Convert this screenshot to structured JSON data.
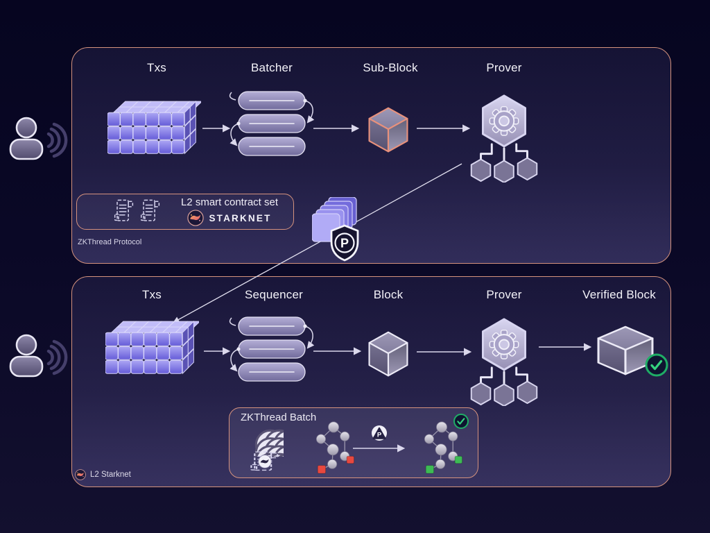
{
  "top_panel": {
    "title": "ZKThread Protocol",
    "columns": [
      {
        "label": "Txs"
      },
      {
        "label": "Batcher"
      },
      {
        "label": "Sub-Block"
      },
      {
        "label": "Prover"
      }
    ],
    "contract_box": {
      "title": "L2 smart contract set",
      "brand": "STARKNET"
    },
    "proof_shield_letter": "P"
  },
  "bottom_panel": {
    "title": "L2 Starknet",
    "columns": [
      {
        "label": "Txs"
      },
      {
        "label": "Sequencer"
      },
      {
        "label": "Block"
      },
      {
        "label": "Prover"
      },
      {
        "label": "Verified Block"
      }
    ],
    "batch_box": {
      "title": "ZKThread Batch",
      "proof_letter": "P"
    }
  },
  "colors": {
    "panel_border": "#d6937e",
    "cube_purple": "#8d85ec",
    "subblock_outline": "#e8917c",
    "verified_green": "#2fc27a",
    "invalid_leaf_red": "#e8483f",
    "valid_leaf_green": "#3dbb54"
  }
}
